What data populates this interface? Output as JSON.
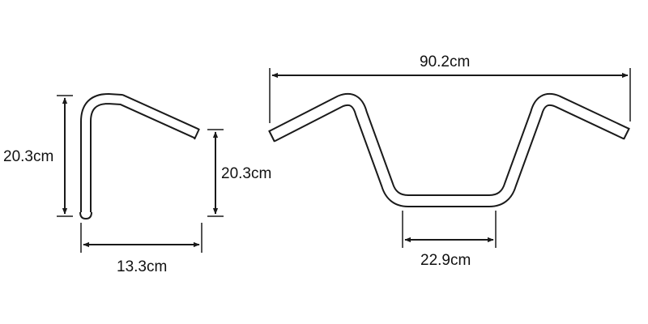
{
  "diagram": {
    "colors": {
      "line": "#1a1a1a",
      "background": "#ffffff"
    },
    "side_view": {
      "height_label": "20.3cm",
      "rise_label": "20.3cm",
      "width_label": "13.3cm"
    },
    "front_view": {
      "overall_width_label": "90.2cm",
      "center_width_label": "22.9cm"
    }
  }
}
